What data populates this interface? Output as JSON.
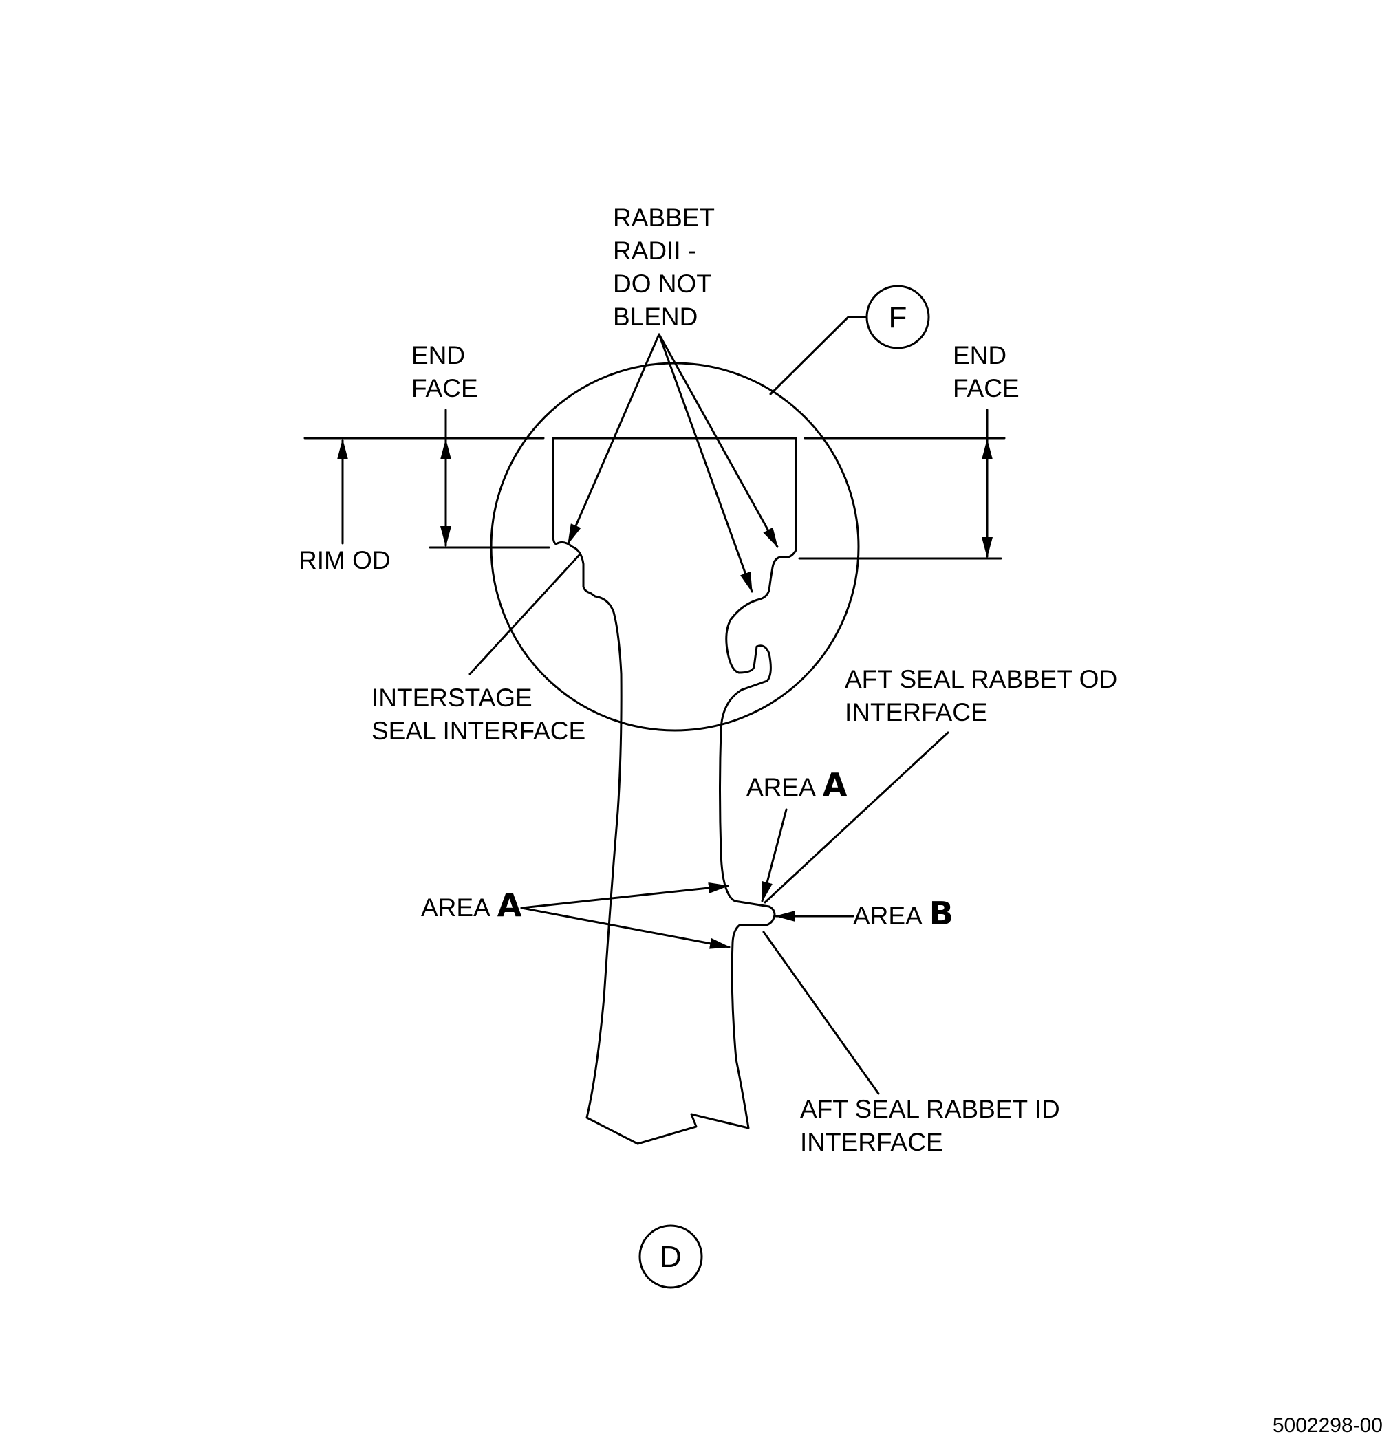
{
  "labels": {
    "rabbet_radii": [
      "RABBET",
      "RADII -",
      "DO NOT",
      "BLEND"
    ],
    "end_face_left": [
      "END",
      "FACE"
    ],
    "end_face_right": [
      "END",
      "FACE"
    ],
    "rim_od": "RIM OD",
    "interstage": [
      "INTERSTAGE",
      "SEAL INTERFACE"
    ],
    "aft_od": [
      "AFT SEAL RABBET OD",
      "INTERFACE"
    ],
    "aft_id": [
      "AFT SEAL RABBET ID",
      "INTERFACE"
    ],
    "area_word": "AREA",
    "area_a_letter": "A",
    "area_b_letter": "B"
  },
  "callouts": {
    "detail_f": "F",
    "view_d": "D"
  },
  "figure_number": "5002298-00"
}
